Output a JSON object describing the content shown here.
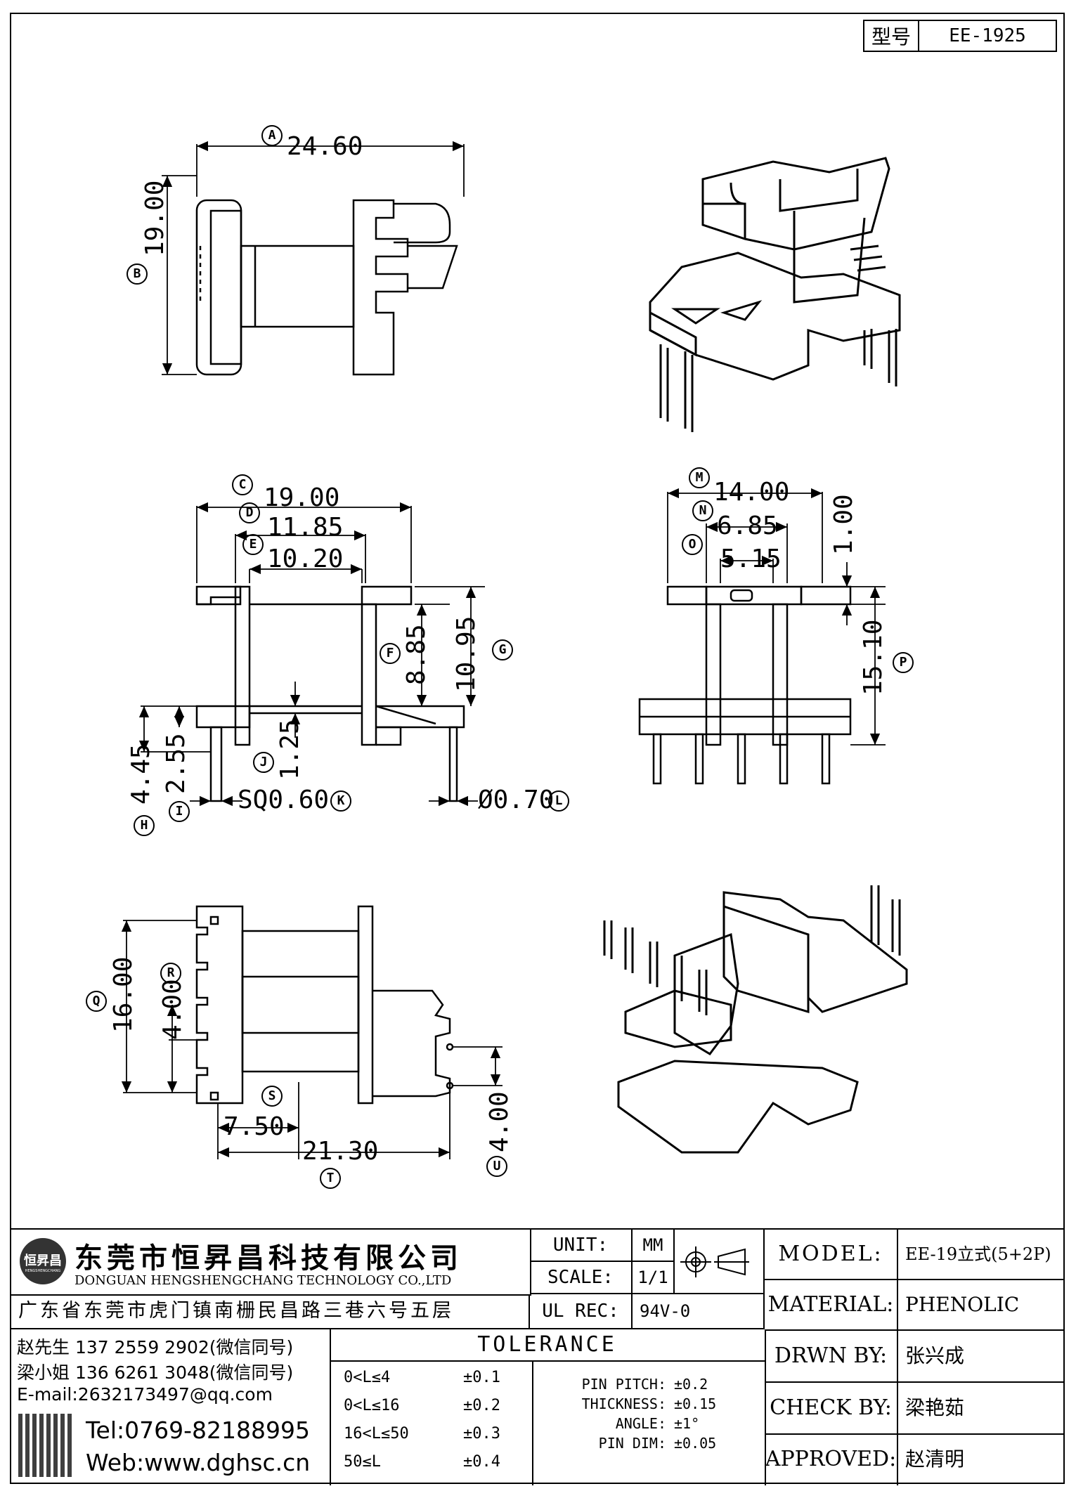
{
  "model_no": {
    "label": "型号",
    "value": "EE-1925"
  },
  "dimensions": [
    {
      "tag": "A",
      "value": "24.60"
    },
    {
      "tag": "B",
      "value": "19.00"
    },
    {
      "tag": "C",
      "value": "19.00"
    },
    {
      "tag": "D",
      "value": "11.85"
    },
    {
      "tag": "E",
      "value": "10.20"
    },
    {
      "tag": "F",
      "value": "8.85"
    },
    {
      "tag": "G",
      "value": "10.95"
    },
    {
      "tag": "H",
      "value": "4.45"
    },
    {
      "tag": "I",
      "value": "2.55"
    },
    {
      "tag": "J",
      "value": "1.25"
    },
    {
      "tag": "K",
      "value": "SQ0.60"
    },
    {
      "tag": "L",
      "value": "Ø0.70"
    },
    {
      "tag": "M",
      "value": "14.00"
    },
    {
      "tag": "N",
      "value": "6.85"
    },
    {
      "tag": "O",
      "value": "5.15"
    },
    {
      "tag": "",
      "value": "1.00"
    },
    {
      "tag": "P",
      "value": "15.10"
    },
    {
      "tag": "Q",
      "value": "16.00"
    },
    {
      "tag": "R",
      "value": "4.00"
    },
    {
      "tag": "S",
      "value": "7.50"
    },
    {
      "tag": "T",
      "value": "21.30"
    },
    {
      "tag": "U",
      "value": "4.00"
    }
  ],
  "company": {
    "name_cn": "东莞市恒昇昌科技有限公司",
    "name_en": "DONGUAN HENGSHENGCHANG TECHNOLOGY CO.,LTD",
    "logo_text": "恒昇昌",
    "logo_sub": "HENGSHENGCHANG",
    "address": "广东省东莞市虎门镇南栅民昌路三巷六号五层",
    "contact1": "赵先生 137 2559 2902(微信同号)",
    "contact2": "梁小姐 136 6261 3048(微信同号)",
    "email": "E-mail:2632173497@qq.com",
    "tel": "Tel:0769-82188995",
    "web": "Web:www.dghsc.cn"
  },
  "unit": {
    "label": "UNIT:",
    "value": "MM"
  },
  "scale": {
    "label": "SCALE:",
    "value": "1/1"
  },
  "ul_rec": {
    "label": "UL REC:",
    "value": "94V-0"
  },
  "tolerance": {
    "title": "TOLERANCE",
    "ranges": [
      {
        "range": "0<L≤4",
        "tol": "±0.1"
      },
      {
        "range": "0<L≤16",
        "tol": "±0.2"
      },
      {
        "range": "16<L≤50",
        "tol": "±0.3"
      },
      {
        "range": "50≤L",
        "tol": "±0.4"
      }
    ],
    "specs": [
      {
        "name": "PIN PITCH:",
        "tol": "±0.2"
      },
      {
        "name": "THICKNESS:",
        "tol": "±0.15"
      },
      {
        "name": "ANGLE:",
        "tol": "±1°"
      },
      {
        "name": "PIN DIM:",
        "tol": "±0.05"
      }
    ]
  },
  "title_block": {
    "model": {
      "label": "MODEL:",
      "value": "EE-19立式(5+2P)"
    },
    "material": {
      "label": "MATERIAL:",
      "value": "PHENOLIC"
    },
    "drawn": {
      "label": "DRWN BY:",
      "value": "张兴成"
    },
    "check": {
      "label": "CHECK BY:",
      "value": "梁艳茹"
    },
    "approved": {
      "label": "APPROVED:",
      "value": "赵清明"
    }
  }
}
